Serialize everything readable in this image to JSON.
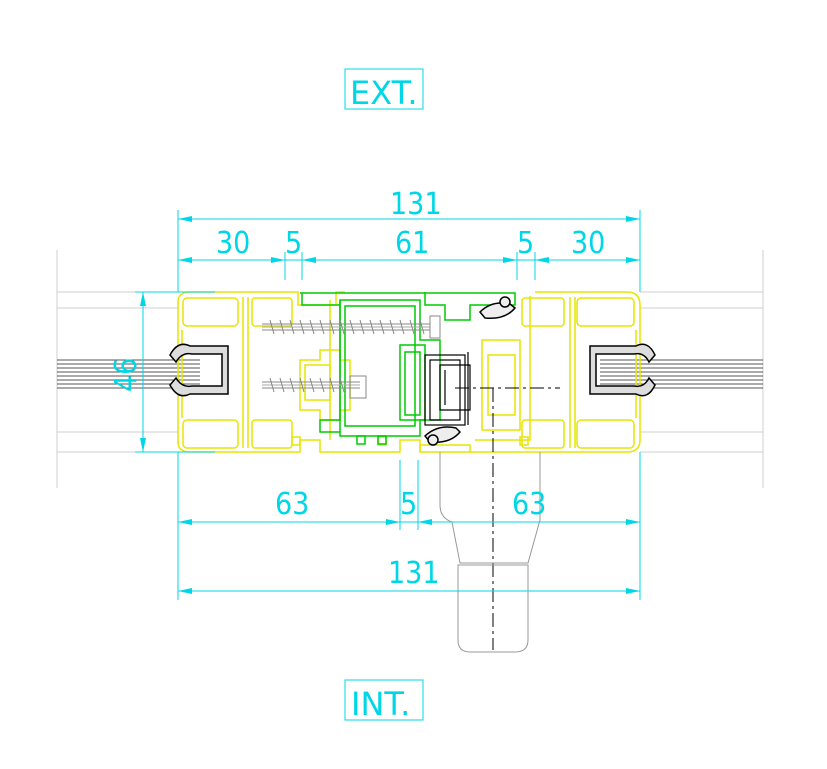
{
  "labels": {
    "exterior": "EXT.",
    "interior": "INT."
  },
  "dimensions": {
    "top_total": "131",
    "top_left": "30",
    "top_gap_left": "5",
    "top_center": "61",
    "top_gap_right": "5",
    "top_right": "30",
    "height": "46",
    "bottom_left": "63",
    "bottom_gap": "5",
    "bottom_right": "63",
    "bottom_total": "131"
  },
  "colors": {
    "dimension": "#00d7e6",
    "frame_profile": "#e6e600",
    "sash_profile": "#00cc00",
    "hardware": "#000000",
    "guide_lines": "#c8c8c8",
    "glass": "#555555"
  }
}
